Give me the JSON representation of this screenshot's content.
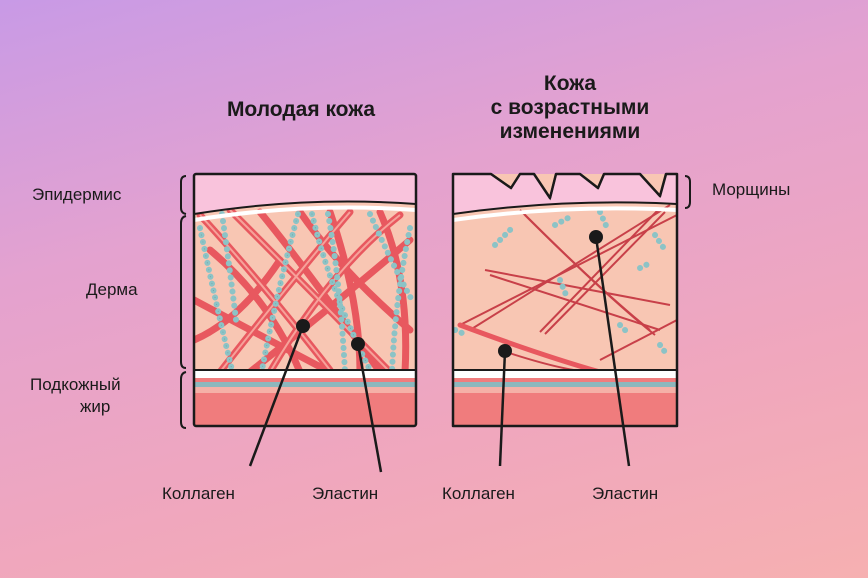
{
  "titles": {
    "young": "Молодая кожа",
    "aged": [
      "Кожа",
      "с возрастными",
      "изменениями"
    ]
  },
  "layers": {
    "epidermis": "Эпидермис",
    "dermis": "Дерма",
    "subcutaneous": [
      "Подкожный",
      "жир"
    ]
  },
  "annotations": {
    "wrinkles": "Морщины",
    "collagen_left": "Коллаген",
    "elastin_left": "Эластин",
    "collagen_right": "Коллаген",
    "elastin_right": "Эластин"
  },
  "colors": {
    "epidermis": "#f9c3dc",
    "dermis": "#f8c6b3",
    "collagen": "#e8585f",
    "elastin": "#8cc3c6",
    "fat": "#f07c7d",
    "outline": "#1a1a1a"
  }
}
